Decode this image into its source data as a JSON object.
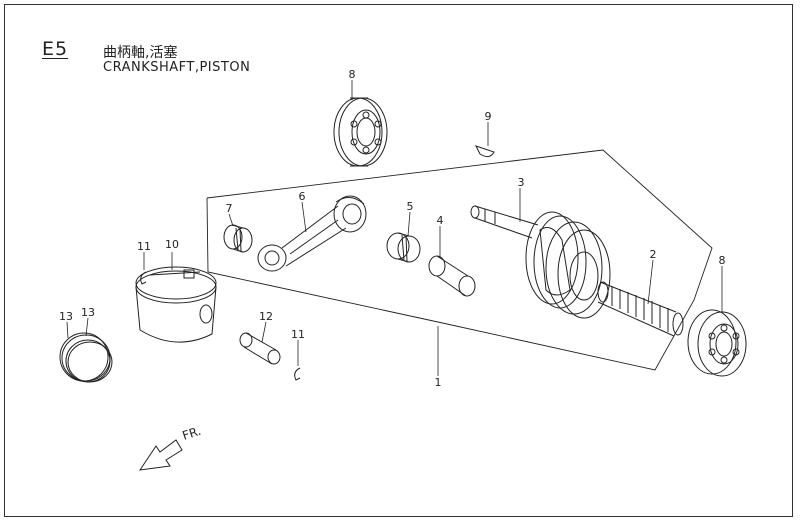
{
  "header": {
    "section_code": "E5",
    "title_cn": "曲柄軸,活塞",
    "title_en": "CRANKSHAFT,PISTON"
  },
  "direction": {
    "label": "FR."
  },
  "callouts": [
    {
      "id": "c1",
      "label": "1"
    },
    {
      "id": "c2",
      "label": "2"
    },
    {
      "id": "c3",
      "label": "3"
    },
    {
      "id": "c4",
      "label": "4"
    },
    {
      "id": "c5",
      "label": "5"
    },
    {
      "id": "c6",
      "label": "6"
    },
    {
      "id": "c7",
      "label": "7"
    },
    {
      "id": "c8a",
      "label": "8"
    },
    {
      "id": "c8b",
      "label": "8"
    },
    {
      "id": "c9",
      "label": "9"
    },
    {
      "id": "c10",
      "label": "10"
    },
    {
      "id": "c11a",
      "label": "11"
    },
    {
      "id": "c11b",
      "label": "11"
    },
    {
      "id": "c12",
      "label": "12"
    },
    {
      "id": "c13a",
      "label": "13"
    },
    {
      "id": "c13b",
      "label": "13"
    }
  ]
}
